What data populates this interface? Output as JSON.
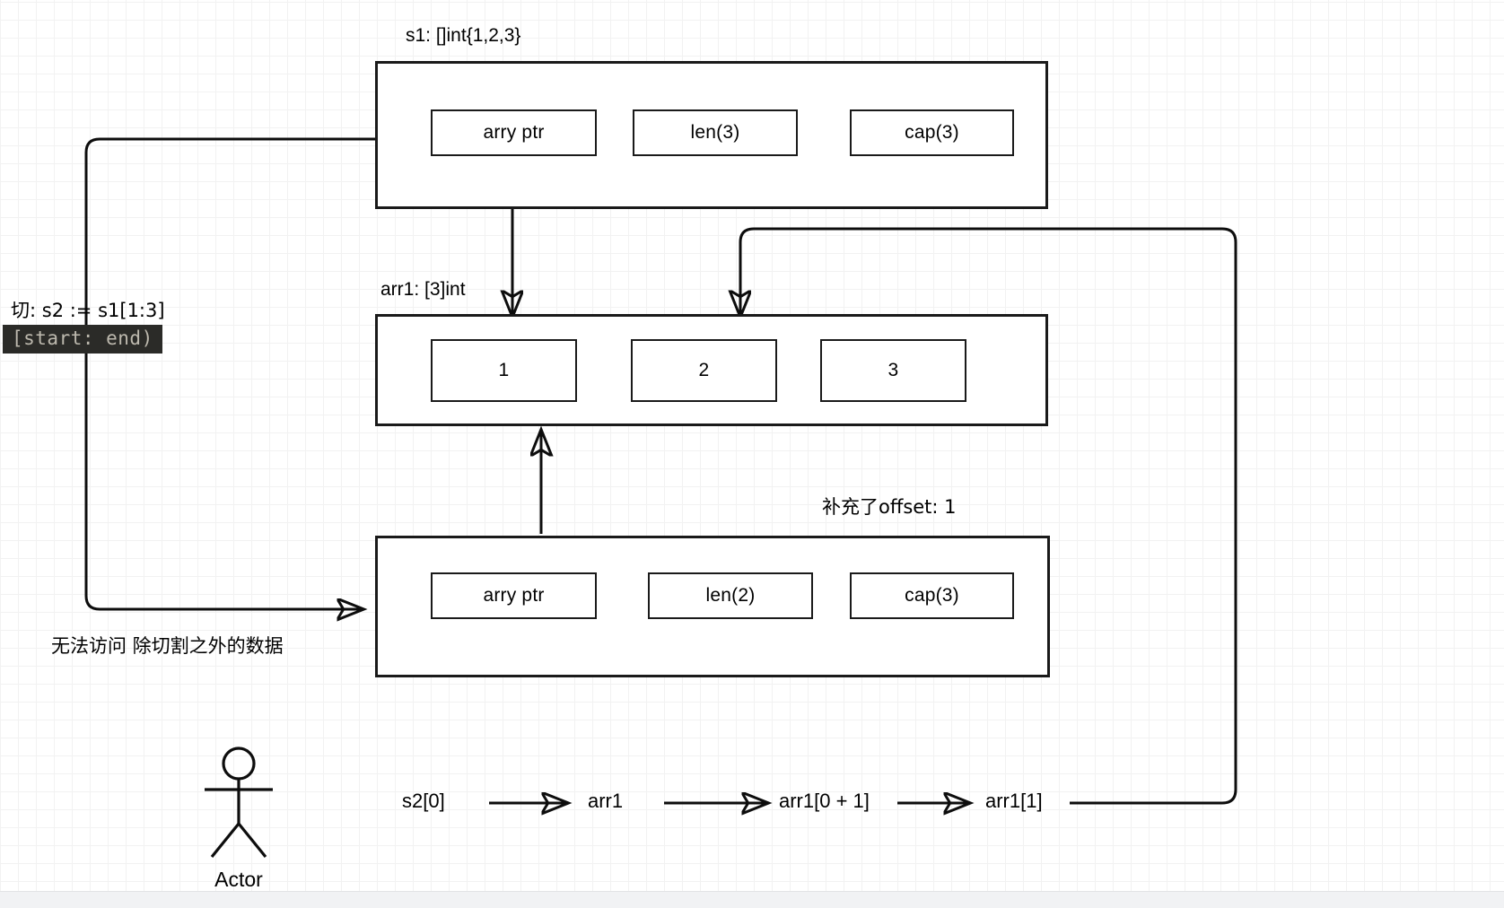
{
  "canvas": {
    "background": "#ffffff",
    "grid_minor_color": "#f2f2f2",
    "grid_major_color": "#d8d8d8",
    "stroke_color": "#0d0d0d"
  },
  "labels": {
    "slice_header": "s1: []int{1,2,3}",
    "array_header": "arr1: [3]int",
    "offset_note": "补充了offset: 1",
    "slice_expr": "切:  s2 := s1[1:3]",
    "range_chip": "[start: end)",
    "no_access_note": "无法访问 除切割之外的数据",
    "actor_label": "Actor"
  },
  "slice_s1": {
    "name": "s1",
    "fields": [
      {
        "label": "arry ptr"
      },
      {
        "label": "len(3)"
      },
      {
        "label": "cap(3)"
      }
    ]
  },
  "array_arr1": {
    "name": "arr1",
    "cells": [
      {
        "value": "1"
      },
      {
        "value": "2"
      },
      {
        "value": "3"
      }
    ]
  },
  "slice_s2": {
    "name": "s2",
    "fields": [
      {
        "label": "arry ptr"
      },
      {
        "label": "len(2)"
      },
      {
        "label": "cap(3)"
      }
    ]
  },
  "flow_chain": {
    "nodes": [
      {
        "label": "s2[0]"
      },
      {
        "label": "arr1"
      },
      {
        "label": "arr1[0 + 1]"
      },
      {
        "label": "arr1[1]"
      }
    ]
  }
}
